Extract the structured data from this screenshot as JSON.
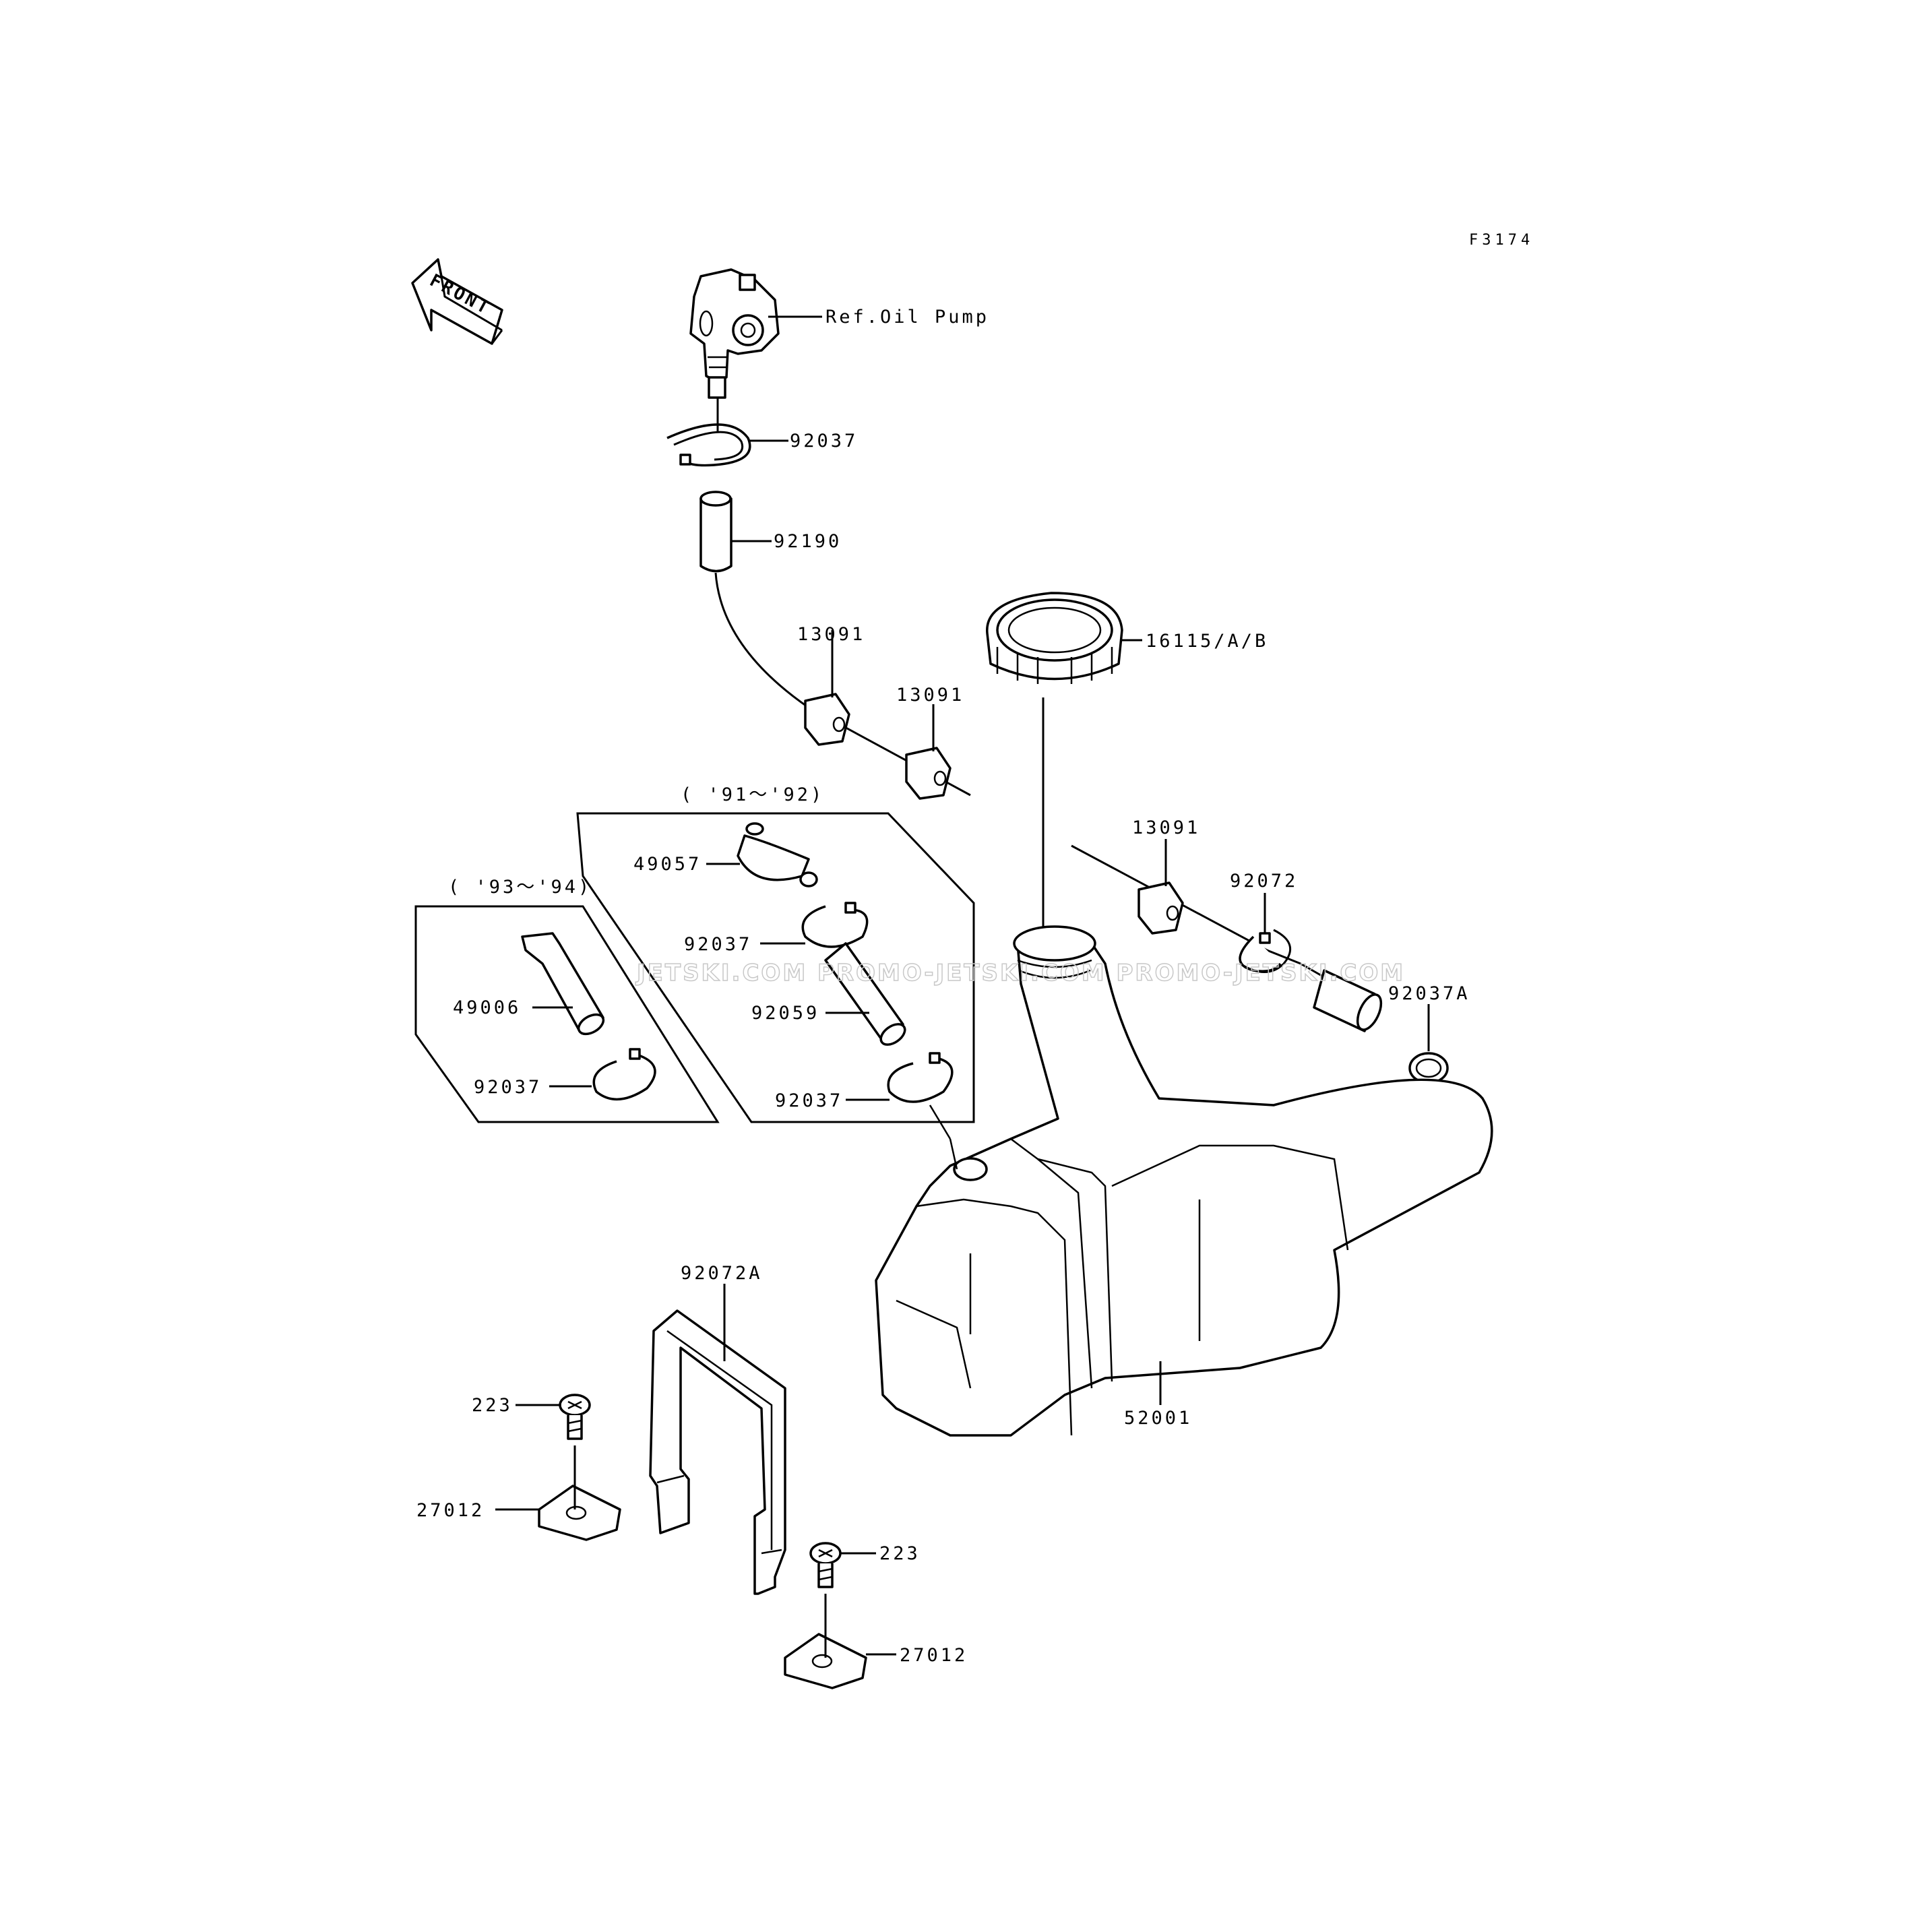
{
  "figure_code": "F3174",
  "front_label": "FRONT",
  "ref_oil_pump": "Ref.Oil Pump",
  "group_91_92": "( '91～'92)",
  "group_93_94": "( '93～'94)",
  "watermark": "JETSKI.COM  PROMO-JETSKI.COM  PROMO-JETSKI.COM",
  "parts": {
    "p92037_top": "92037",
    "p92190": "92190",
    "p13091_a": "13091",
    "p13091_b": "13091",
    "p13091_c": "13091",
    "p16115": "16115/A/B",
    "p92072": "92072",
    "p92037A": "92037A",
    "p49057": "49057",
    "p92037_mid": "92037",
    "p92059": "92059",
    "p92037_low": "92037",
    "p49006": "49006",
    "p92037_left": "92037",
    "p92072A": "92072A",
    "p52001": "52001",
    "p223_a": "223",
    "p27012_a": "27012",
    "p223_b": "223",
    "p27012_b": "27012"
  }
}
